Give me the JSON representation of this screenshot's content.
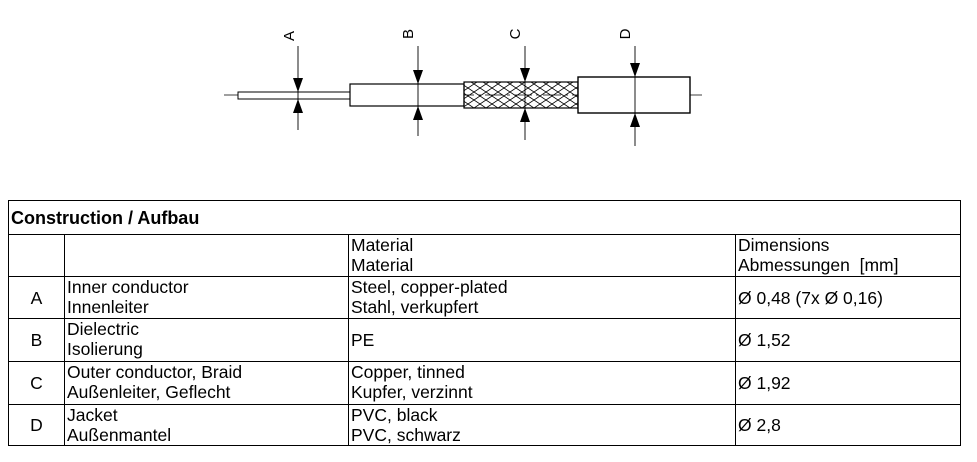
{
  "drawing": {
    "labels": [
      "A",
      "B",
      "C",
      "D"
    ]
  },
  "table": {
    "title": "Construction / Aufbau",
    "header": {
      "material_en": "Material",
      "material_de": "Material",
      "dimensions_en": "Dimensions",
      "dimensions_de": "Abmessungen  [mm]"
    },
    "rows": [
      {
        "id": "A",
        "component_en": "Inner conductor",
        "component_de": "Innenleiter",
        "material_en": "Steel, copper-plated",
        "material_de": "Stahl, verkupfert",
        "dimension": "Ø 0,48 (7x Ø 0,16)"
      },
      {
        "id": "B",
        "component_en": "Dielectric",
        "component_de": "Isolierung",
        "material": "PE",
        "dimension": "Ø 1,52"
      },
      {
        "id": "C",
        "component_en": "Outer conductor, Braid",
        "component_de": "Außenleiter, Geflecht",
        "material_en": "Copper, tinned",
        "material_de": "Kupfer, verzinnt",
        "dimension": "Ø 1,92"
      },
      {
        "id": "D",
        "component_en": "Jacket",
        "component_de": "Außenmantel",
        "material_en": "PVC, black",
        "material_de": "PVC, schwarz",
        "dimension": "Ø 2,8"
      }
    ]
  }
}
